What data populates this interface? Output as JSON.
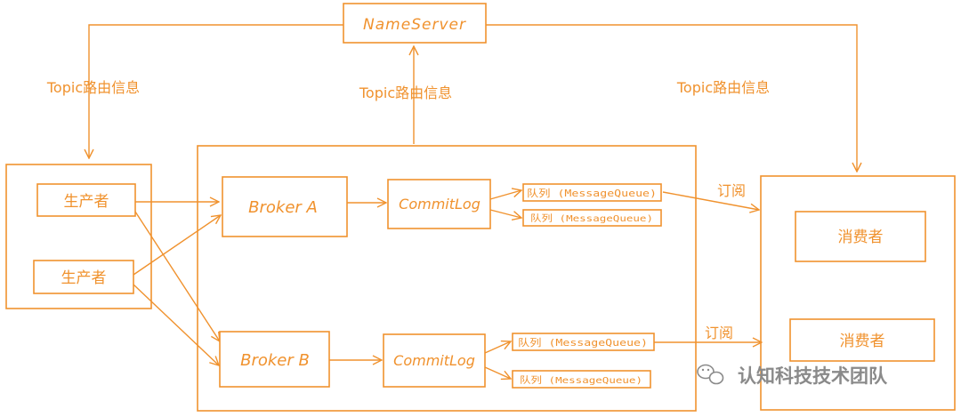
{
  "nodes": {
    "nameserver": "NameServer",
    "producer_1": "生产者",
    "producer_2": "生产者",
    "broker_a": "Broker A",
    "broker_b": "Broker B",
    "commitlog_a": "CommitLog",
    "commitlog_b": "CommitLog",
    "queue_a1": "队列 (MessageQueue)",
    "queue_a2": "队列 (MessageQueue)",
    "queue_b1": "队列 (MessageQueue)",
    "queue_b2": "队列 (MessageQueue)",
    "consumer_1": "消费者",
    "consumer_2": "消费者"
  },
  "edge_labels": {
    "route_left": "Topic路由信息",
    "route_center": "Topic路由信息",
    "route_right": "Topic路由信息",
    "subscribe_top": "订阅",
    "subscribe_bottom": "订阅"
  },
  "watermark": {
    "text": "认知科技技术团队",
    "icon": "wechat-icon"
  },
  "colors": {
    "accent": "#f0922e",
    "watermark": "#8a8a8a"
  }
}
